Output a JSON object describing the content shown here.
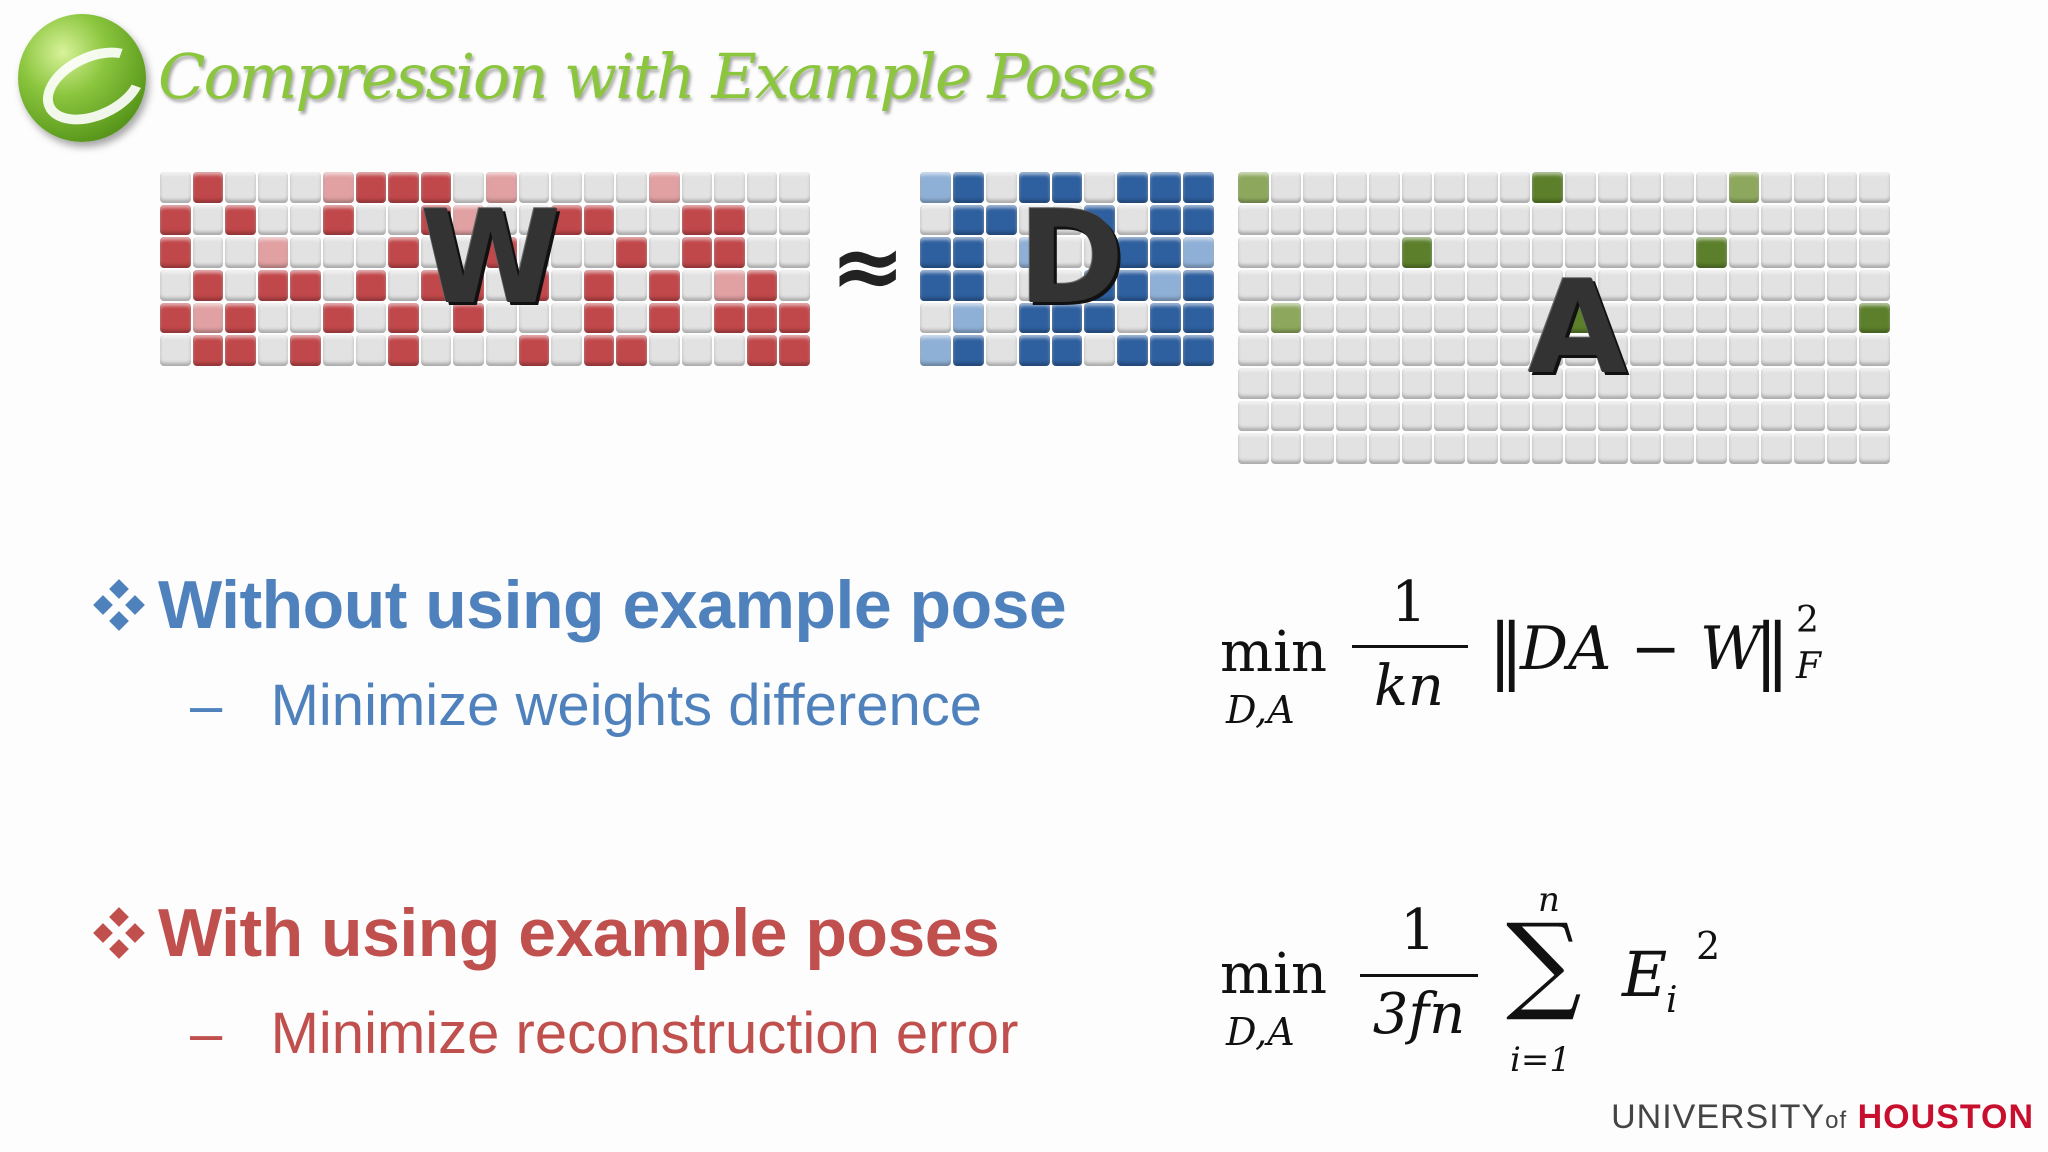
{
  "slide": {
    "title": "Compression with Example Poses",
    "matrices": {
      "W": {
        "letter": "W",
        "rows": 6,
        "cols": 20,
        "fill": "#c0474a",
        "light": "#e1a0a2",
        "empty": "#e2e2e2",
        "pattern": "0100011110100001000010100100110011001100100100010010001011000101101011010101011011100101010001010111011010010001011000111001011000100010101001011011011011010010"
      },
      "D": {
        "letter": "D",
        "rows": 6,
        "cols": 9,
        "fill": "#2e5f9e",
        "light": "#8fb0d6",
        "empty": "#e2e2e2",
        "pattern": "110110111011001011110100111110001111010111011110110111101011001110111010111011"
      },
      "A": {
        "letter": "A",
        "rows": 9,
        "cols": 20,
        "fill": "#5b7f2a",
        "light": "#8da85d",
        "empty": "#e2e2e2",
        "pattern": "100000000100000100000000000000000000000000000100000000100000000000000000000000000100000000100000000100000000000000000000000000000000000000000000000000000000000000000000000000000000000000000000000000"
      },
      "approx_symbol": "≈"
    },
    "bullets": [
      {
        "heading": "Without using example pose",
        "sub": "Minimize weights difference",
        "color": "#4f81bd",
        "formula": {
          "op": "min",
          "sub": "D,A",
          "num": "1",
          "den": "kn",
          "body": "DA − W",
          "norm_sub": "F",
          "norm_sup": "2"
        }
      },
      {
        "heading": "With using example poses",
        "sub": "Minimize reconstruction error",
        "color": "#c0504d",
        "formula": {
          "op": "min",
          "sub": "D,A",
          "num": "1",
          "den": "3fn",
          "sum_top": "n",
          "sum_bottom": "i=1",
          "term": "E",
          "term_sub": "i",
          "term_sup": "2"
        }
      }
    ],
    "dash": "–",
    "footer": {
      "university": "UNIVERSITY",
      "of": "of",
      "houston": "HOUSTON"
    }
  }
}
